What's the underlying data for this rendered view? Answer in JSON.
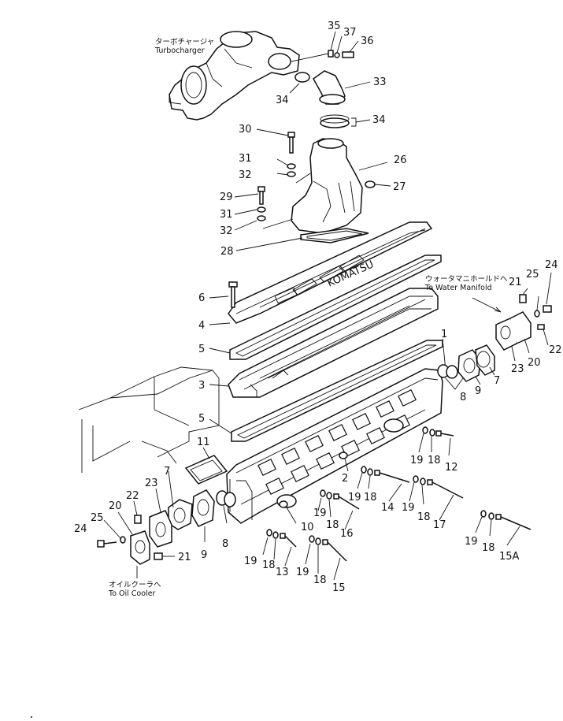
{
  "captions": {
    "turbo_jp": "ターボチャージャ",
    "turbo_en": "Turbocharger",
    "water_jp": "ウォータマニホールドへ",
    "water_en": "To Water Manifold",
    "oil_jp": "オイルクーラへ",
    "oil_en": "To Oil Cooler",
    "brand": "KOMATSU"
  },
  "callouts": {
    "n1": "1",
    "n2": "2",
    "n3": "3",
    "n4": "4",
    "n5a": "5",
    "n5b": "5",
    "n6": "6",
    "n7a": "7",
    "n7b": "7",
    "n8a": "8",
    "n8b": "8",
    "n9a": "9",
    "n9b": "9",
    "n10": "10",
    "n11": "11",
    "n12": "12",
    "n13": "13",
    "n14": "14",
    "n15": "15",
    "n15a": "15A",
    "n16": "16",
    "n17": "17",
    "n18a": "18",
    "n18b": "18",
    "n18c": "18",
    "n18d": "18",
    "n18e": "18",
    "n18f": "18",
    "n18g": "18",
    "n19a": "19",
    "n19b": "19",
    "n19c": "19",
    "n19d": "19",
    "n19e": "19",
    "n19f": "19",
    "n19g": "19",
    "n20a": "20",
    "n20b": "20",
    "n21a": "21",
    "n21b": "21",
    "n22a": "22",
    "n22b": "22",
    "n23a": "23",
    "n23b": "23",
    "n24a": "24",
    "n24b": "24",
    "n25a": "25",
    "n25b": "25",
    "n26": "26",
    "n27": "27",
    "n28": "28",
    "n29": "29",
    "n30": "30",
    "n31a": "31",
    "n31b": "31",
    "n32a": "32",
    "n32b": "32",
    "n33": "33",
    "n34a": "34",
    "n34b": "34",
    "n35": "35",
    "n36": "36",
    "n37": "37"
  }
}
